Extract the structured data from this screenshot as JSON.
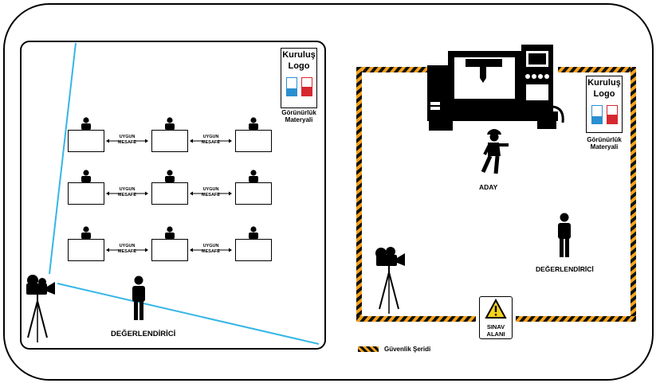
{
  "left_room": {
    "distance_label": [
      "UYGUN",
      "MESAFE"
    ],
    "logo": {
      "title": [
        "Kuruluş",
        "Logo"
      ]
    },
    "visibility": [
      "Görünürlük",
      "Materyali"
    ],
    "assessor_label": "DEĞERLENDİRİCİ"
  },
  "right_room": {
    "logo": {
      "title": [
        "Kuruluş",
        "Logo"
      ]
    },
    "visibility": [
      "Görünürlük",
      "Materyali"
    ],
    "candidate_label": "ADAY",
    "assessor_label": "DEĞERLENDİRİCİ",
    "sign": [
      "SINAV",
      "ALANI"
    ]
  },
  "legend": {
    "label": "Güvenlik Şeridi"
  },
  "colors": {
    "tape_yellow": "#f5a21b",
    "tape_black": "#111111",
    "camera_line": "#35b6e6",
    "badge_blue": "#2a8fd0",
    "badge_red": "#d6282f"
  },
  "icons": [
    "person-icon",
    "camera-tripod-icon",
    "cnc-machine-icon",
    "warning-icon",
    "worker-icon"
  ]
}
